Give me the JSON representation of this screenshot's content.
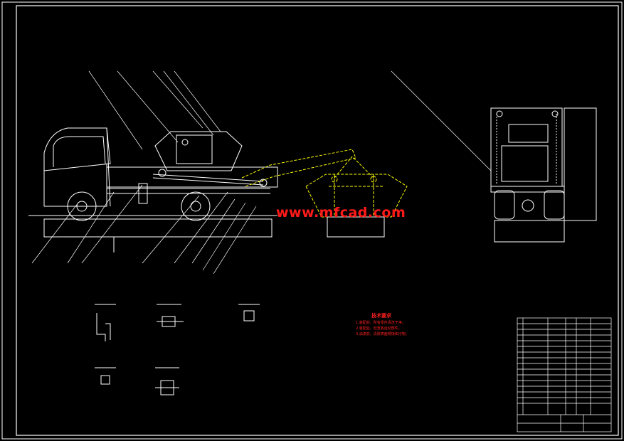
{
  "watermark": "www.mfcad.com",
  "watermark_color": "#ff1a1a",
  "technical_notes": {
    "title": "技术要求",
    "lines": [
      "1.装配前，所有零件清洗干净。",
      "2.装配后，检查各运动部件。",
      "3.油漆前，清除表面锈蚀和污物。"
    ]
  },
  "colors": {
    "background": "#000000",
    "linework": "#ffffff",
    "container_highlight": "#ffff00",
    "annotation": "#ff2020"
  }
}
